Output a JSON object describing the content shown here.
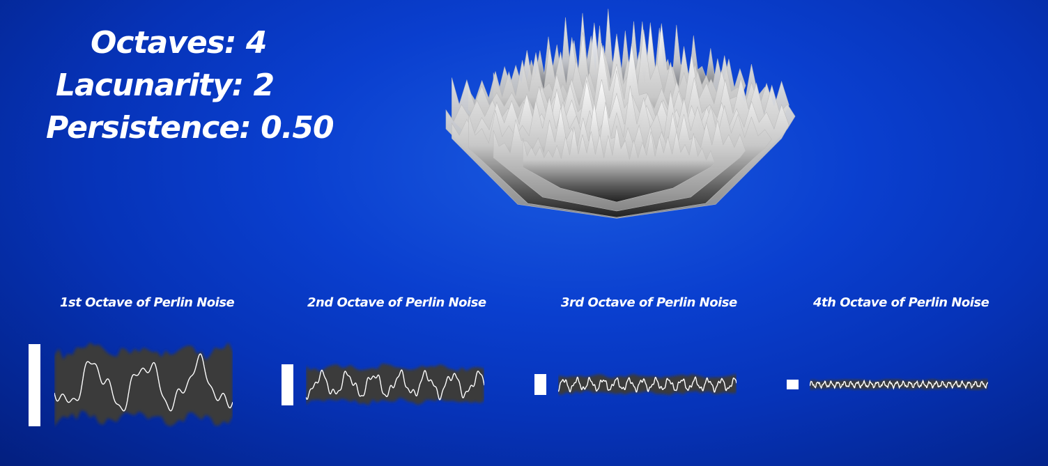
{
  "parameters": {
    "octaves": "Octaves: 4",
    "lacunarity": "Lacunarity: 2",
    "persistence": "Persistence: 0.50"
  },
  "octave_panels": [
    {
      "title": "1st Octave of Perlin Noise",
      "amplitude": 1.0,
      "frequency": 1
    },
    {
      "title": "2nd Octave of Perlin Noise",
      "amplitude": 0.5,
      "frequency": 2
    },
    {
      "title": "3rd Octave of Perlin Noise",
      "amplitude": 0.25,
      "frequency": 4
    },
    {
      "title": "4th Octave of Perlin Noise",
      "amplitude": 0.125,
      "frequency": 8
    }
  ],
  "colors": {
    "background": "#0a3fcf",
    "wave_band": "#3a3a3a",
    "wave_line": "#ffffff",
    "amplitude_bar": "#ffffff"
  }
}
